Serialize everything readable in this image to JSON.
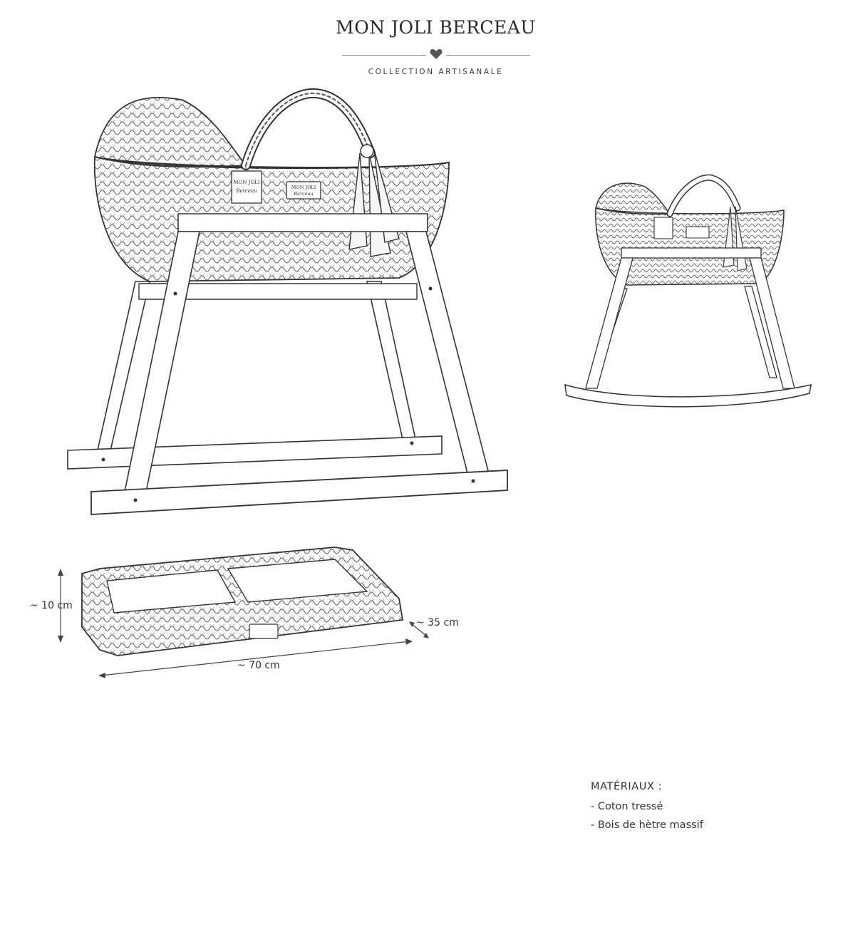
{
  "header": {
    "title": "MON JOLI BERCEAU",
    "subtitle": "COLLECTION ARTISANALE"
  },
  "icons": {
    "divider": "heart-icon"
  },
  "labels": {
    "tag_line1": "MON JOLI",
    "tag_line2": "Berceau",
    "plate_line1": "MON JOLI",
    "plate_line2": "Berceau"
  },
  "dimensions": {
    "height": "~ 10 cm",
    "depth": "~ 35 cm",
    "length": "~ 70 cm"
  },
  "materials": {
    "title": "MATÉRIAUX :",
    "items": [
      "- Coton tressé",
      "- Bois de hètre massif"
    ]
  },
  "colors": {
    "ink": "#2b2b2b",
    "background": "#ffffff"
  }
}
